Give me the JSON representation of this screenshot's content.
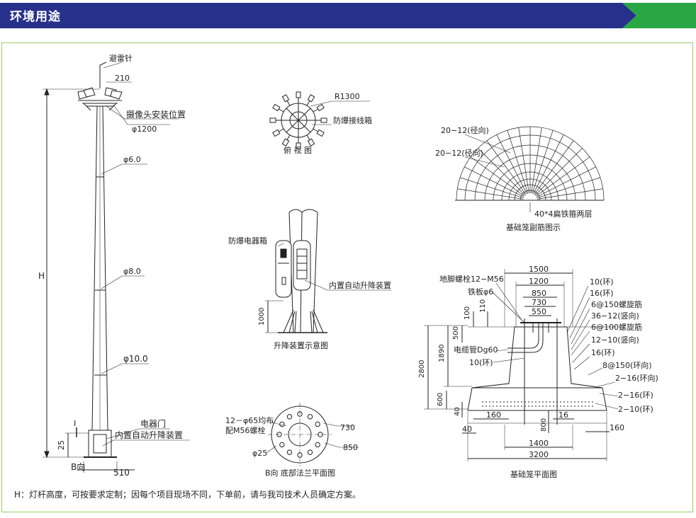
{
  "header": {
    "title": "环境用途",
    "bar_color": "#27318b",
    "accent_color": "#29a745"
  },
  "pole": {
    "lightning_rod": "避雷针",
    "top_width": "210",
    "camera_mount": "摄像头安装位置",
    "ring_dia": "φ1200",
    "d1": "φ6.0",
    "d2": "φ8.0",
    "d3": "φ10.0",
    "height": "H",
    "door": "电器门",
    "lift_device": "内置自动升降装置",
    "section_mark": "I",
    "bottom_dim": "25",
    "b_view": "B向",
    "base_width": "510"
  },
  "top_view": {
    "radius": "R1300",
    "junction_box": "防爆接线箱",
    "caption": "俯 视 图"
  },
  "lift_view": {
    "electric_box": "防爆电器箱",
    "lift_device": "内置自动升降装置",
    "height_dim": "1000",
    "caption": "升降装置示意图"
  },
  "flange_view": {
    "holes": "12－φ65均布",
    "bolts": "配M56螺栓",
    "dim1": "730",
    "dim2": "850",
    "hole_dia": "φ25",
    "caption": "B向 底部法兰平面图"
  },
  "cage_view": {
    "radial1": "20−12(径向)",
    "radial2": "20−12(径向)",
    "flat_bar": "40*4扁铁箍两层",
    "caption": "基础笼副筋图示"
  },
  "foundation": {
    "anchor": "地脚螺栓12−M56",
    "plate": "铁板φ6",
    "w1500": "1500",
    "w1200": "1200",
    "w850": "850",
    "w730": "730",
    "w550": "550",
    "d100": "100",
    "d110": "110",
    "d500": "500",
    "d1890": "1890",
    "d2800": "2800",
    "d600": "600",
    "d40a": "40",
    "d40b": "40",
    "w160a": "160",
    "d800": "800",
    "w16": "16",
    "w160b": "160",
    "w1400": "1400",
    "w3200": "3200",
    "conduit": "电缆管Dg60",
    "r10ring_l": "10(环)",
    "r10ring": "10(环)",
    "r16ring": "16(环)",
    "spiral150": "6@150螺旋筋",
    "v36": "36−12(竖向)",
    "spiral100": "6@100螺旋筋",
    "v12": "12−10(竖向)",
    "r16ring2": "16(环)",
    "ring150": "8@150(环向)",
    "h216": "2−16(环向)",
    "r216": "2−16(环)",
    "r210": "2−10(环)",
    "caption": "基础笼平面图"
  },
  "footer_note": "H：灯杆高度，可按要求定制；因每个项目现场不同，下单前，请与我司技术人员确定方案。"
}
